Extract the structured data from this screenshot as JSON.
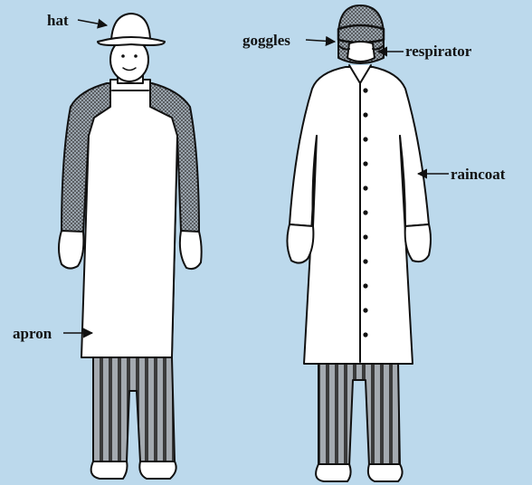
{
  "labels": {
    "hat": "hat",
    "goggles": "goggles",
    "respirator": "respirator",
    "raincoat": "raincoat",
    "apron": "apron"
  },
  "colors": {
    "background": "#bcd9ec",
    "ink": "#111111",
    "fill": "#ffffff"
  }
}
